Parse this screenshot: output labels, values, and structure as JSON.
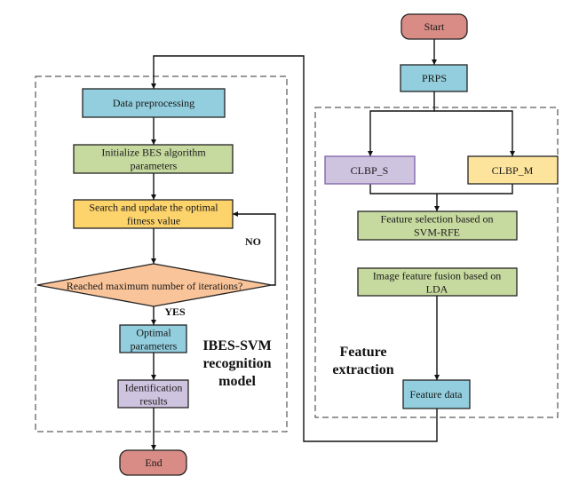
{
  "figure": {
    "type": "flowchart",
    "groups": {
      "recognition": {
        "label_lines": [
          "IBES-SVM",
          "recognition",
          "model"
        ]
      },
      "extraction": {
        "label_lines": [
          "Feature",
          "extraction"
        ]
      }
    },
    "nodes": {
      "start": {
        "lines": [
          "Start"
        ],
        "fill": "#d98b85"
      },
      "prps": {
        "lines": [
          "PRPS"
        ],
        "fill": "#92cedd"
      },
      "clbp_s": {
        "lines": [
          "CLBP_S"
        ],
        "fill": "#cfc4e0"
      },
      "clbp_m": {
        "lines": [
          "CLBP_M"
        ],
        "fill": "#fde49c"
      },
      "feature_selection": {
        "lines": [
          "Feature selection based on",
          "SVM-RFE"
        ],
        "fill": "#c6d99f"
      },
      "feature_fusion": {
        "lines": [
          "Image feature fusion based on",
          "LDA"
        ],
        "fill": "#c6d99f"
      },
      "feature_data": {
        "lines": [
          "Feature data"
        ],
        "fill": "#92cedd"
      },
      "data_preprocessing": {
        "lines": [
          "Data preprocessing"
        ],
        "fill": "#92cedd"
      },
      "initialize": {
        "lines": [
          "Initialize BES algorithm",
          "parameters"
        ],
        "fill": "#c6d99f"
      },
      "search_update": {
        "lines": [
          "Search and update the optimal",
          "fitness value"
        ],
        "fill": "#fdd36b"
      },
      "decision": {
        "lines": [
          "Reached maximum number of iterations?"
        ],
        "fill": "#f9c49a"
      },
      "optimal_parameters": {
        "lines": [
          "Optimal",
          "parameters"
        ],
        "fill": "#92cedd"
      },
      "identification": {
        "lines": [
          "Identification",
          "results"
        ],
        "fill": "#cfc4e0"
      },
      "end": {
        "lines": [
          "End"
        ],
        "fill": "#d98b85"
      }
    },
    "edge_labels": {
      "no": "NO",
      "yes": "YES"
    },
    "edges": [
      [
        "start",
        "prps"
      ],
      [
        "prps",
        "clbp_s"
      ],
      [
        "prps",
        "clbp_m"
      ],
      [
        "clbp_s",
        "feature_selection"
      ],
      [
        "clbp_m",
        "feature_selection"
      ],
      [
        "feature_fusion",
        "feature_data"
      ],
      [
        "feature_data",
        "data_preprocessing"
      ],
      [
        "data_preprocessing",
        "initialize"
      ],
      [
        "initialize",
        "search_update"
      ],
      [
        "search_update",
        "decision"
      ],
      [
        "decision",
        "search_update",
        "NO"
      ],
      [
        "decision",
        "optimal_parameters",
        "YES"
      ],
      [
        "optimal_parameters",
        "identification"
      ],
      [
        "identification",
        "end"
      ]
    ]
  }
}
